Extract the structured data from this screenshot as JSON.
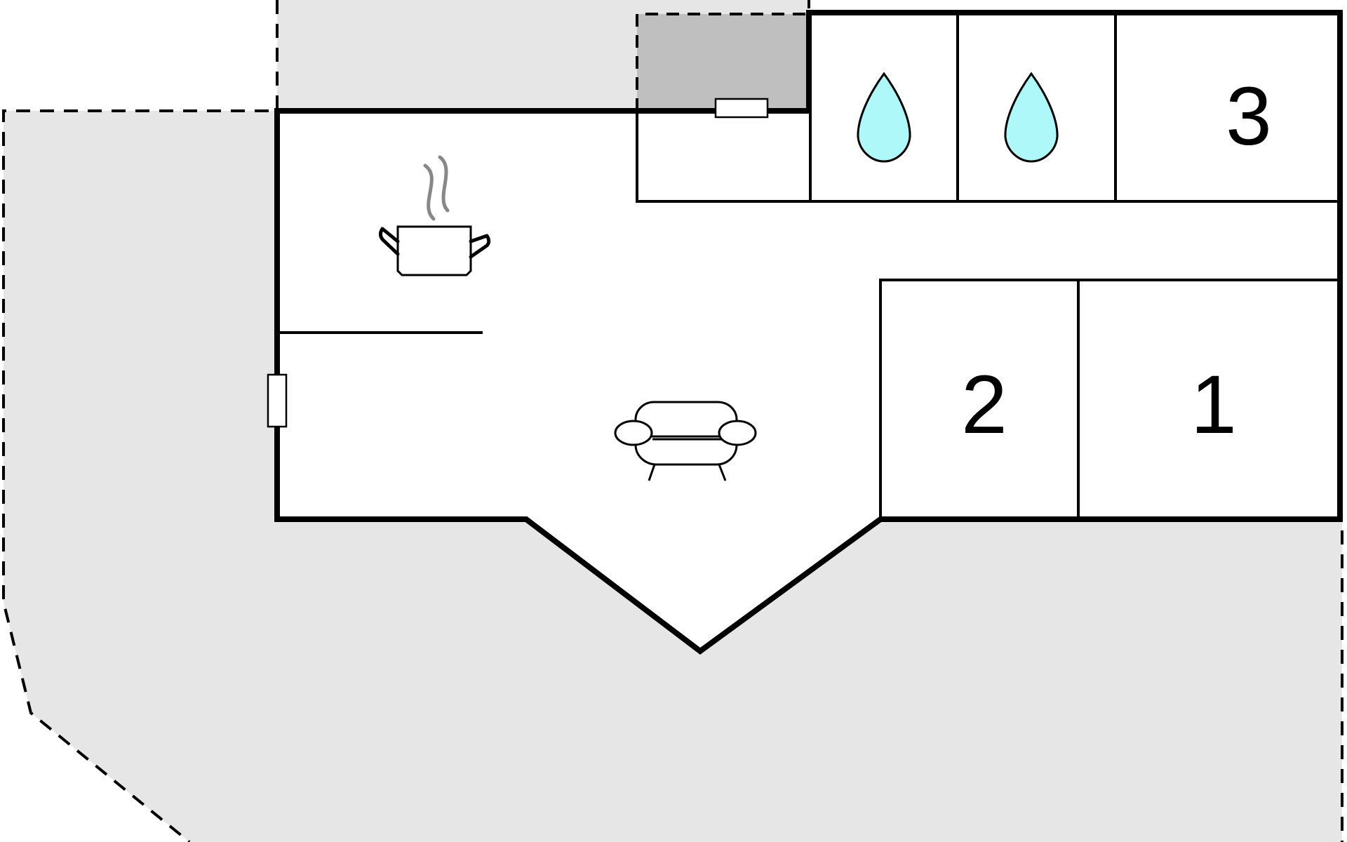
{
  "rooms": {
    "bedroom_3": {
      "number": "3"
    },
    "bedroom_2": {
      "number": "2"
    },
    "bedroom_1": {
      "number": "1"
    }
  },
  "icons": {
    "kitchen": "cooking-pot-icon",
    "bathroom_1": "water-drop-icon",
    "bathroom_2": "water-drop-icon",
    "living_room": "sofa-icon"
  },
  "colors": {
    "outdoor_area": "#e6e6e6",
    "covered_area": "#bfbfbf",
    "water_drop": "#aef8f9",
    "steam": "#888888",
    "wall": "#000000",
    "floor": "#ffffff"
  }
}
